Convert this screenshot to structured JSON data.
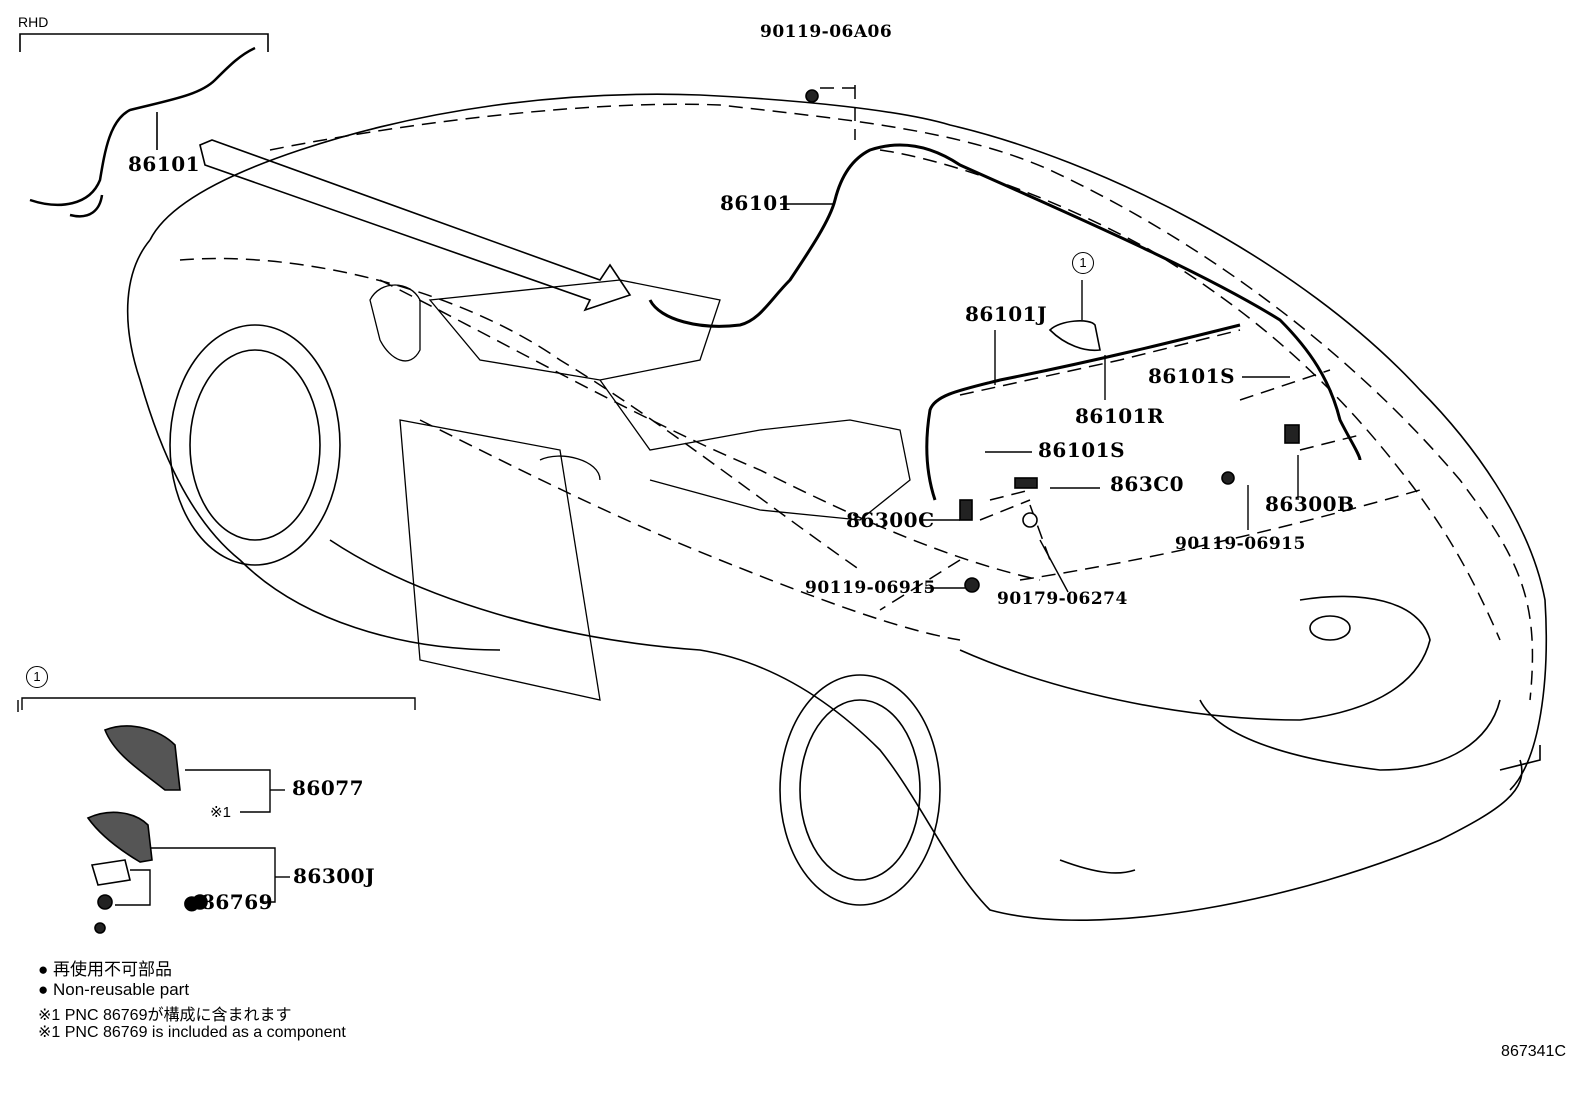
{
  "rhd_label": "RHD",
  "callout_1": "1",
  "parts": {
    "p90119_06A06": "90119-06A06",
    "p86101_rhd": "86101",
    "p86101_main": "86101",
    "p86101J": "86101J",
    "p86101R": "86101R",
    "p86101S_a": "86101S",
    "p86101S_b": "86101S",
    "p863C0": "863C0",
    "p86300C": "86300C",
    "p86300B": "86300B",
    "p90119_06915_a": "90119-06915",
    "p90119_06915_b": "90119-06915",
    "p90179_06274": "90179-06274",
    "p86077": "86077",
    "p86300J": "86300J",
    "p86769": "●86769",
    "note_mark": "※1"
  },
  "legend": {
    "jp_nonreusable": "● 再使用不可部品",
    "en_nonreusable": "● Non-reusable part",
    "jp_note": "※1 PNC 86769が構成に含まれます",
    "en_note": "※1 PNC 86769 is included as a component"
  },
  "diagram_code": "867341C"
}
